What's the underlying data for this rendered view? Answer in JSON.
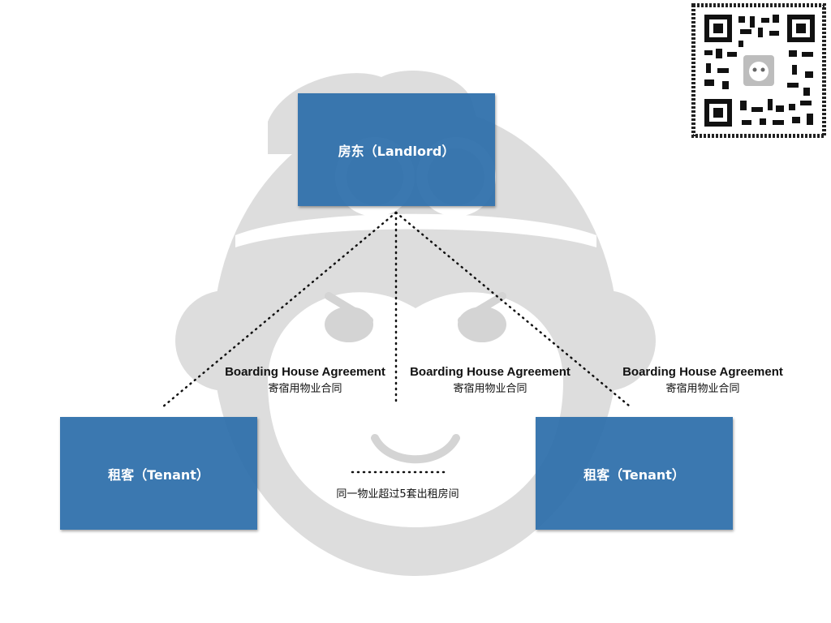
{
  "nodes": {
    "landlord": {
      "label": "房东（Landlord）"
    },
    "tenant_left": {
      "label": "租客（Tenant）"
    },
    "tenant_right": {
      "label": "租客（Tenant）"
    }
  },
  "edges": [
    {
      "label_en": "Boarding House Agreement",
      "label_zh": "寄宿用物业合同"
    },
    {
      "label_en": "Boarding House Agreement",
      "label_zh": "寄宿用物业合同"
    },
    {
      "label_en": "Boarding House Agreement",
      "label_zh": "寄宿用物业合同"
    }
  ],
  "note": "同一物业超过5套出租房间",
  "colors": {
    "node_fill": "#2c6eaa",
    "watermark": "#dcdcdc",
    "dotted_line": "#111111"
  },
  "decorations": {
    "watermark_icon": "monkey-face-icon",
    "qr_icon": "qr-code-icon"
  }
}
